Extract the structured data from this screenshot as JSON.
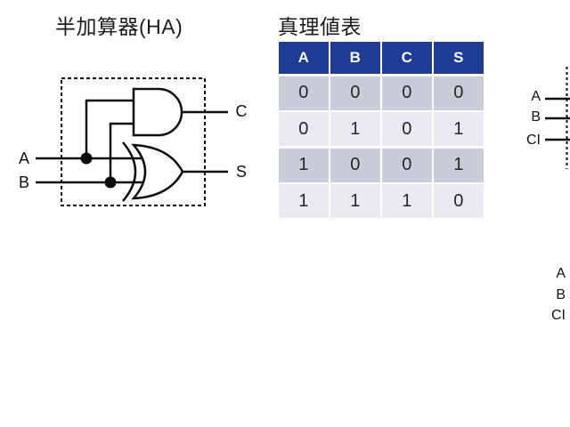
{
  "titles": {
    "half_adder": "半加算器(HA)",
    "truth_table": "真理値表"
  },
  "half_adder_diagram": {
    "input_a": "A",
    "input_b": "B",
    "output_c": "C",
    "output_s": "S",
    "gates": [
      "AND",
      "XOR"
    ]
  },
  "truth_table": {
    "headers": [
      "A",
      "B",
      "C",
      "S"
    ],
    "rows": [
      [
        "0",
        "0",
        "0",
        "0"
      ],
      [
        "0",
        "1",
        "0",
        "1"
      ],
      [
        "1",
        "0",
        "0",
        "1"
      ],
      [
        "1",
        "1",
        "1",
        "0"
      ]
    ]
  },
  "full_adder_partial_top": {
    "input_a": "A",
    "input_b": "B",
    "input_ci": "CI"
  },
  "full_adder_partial_bottom": {
    "input_a": "A",
    "input_b": "B",
    "input_ci": "CI"
  },
  "colors": {
    "table_header_bg": "#1f3c94",
    "table_row_dark": "#c9cdd9",
    "table_row_light": "#e9ebf1",
    "line_color": "#0d0d0d"
  }
}
